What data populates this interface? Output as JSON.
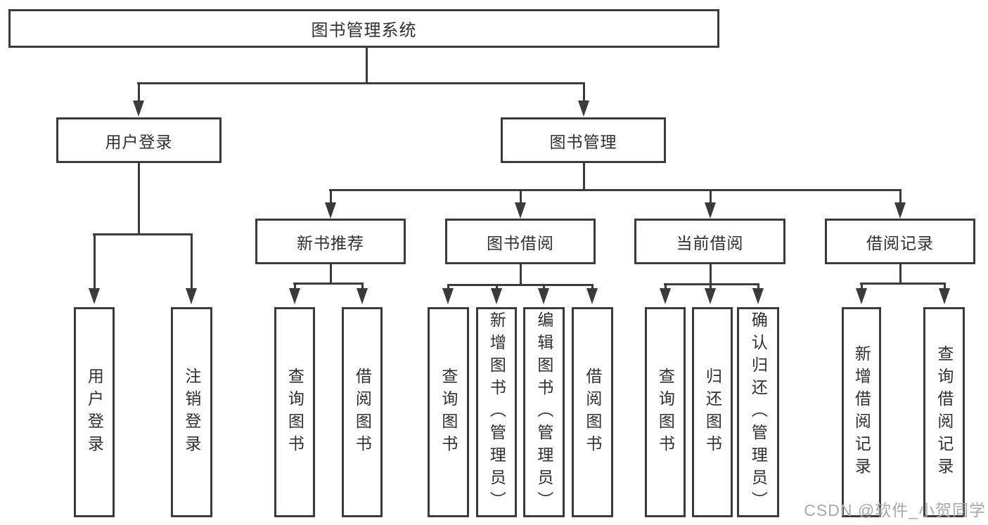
{
  "diagram": {
    "root": {
      "label": "图书管理系统"
    },
    "branches": {
      "user_login": {
        "label": "用户登录"
      },
      "book_mgmt": {
        "label": "图书管理"
      }
    },
    "modules": {
      "new_book_rec": {
        "label": "新书推荐"
      },
      "book_borrow": {
        "label": "图书借阅"
      },
      "current_borrow": {
        "label": "当前借阅"
      },
      "borrow_records": {
        "label": "借阅记录"
      }
    },
    "leaves": {
      "user_login_login": {
        "label": "用户登录"
      },
      "user_login_logout": {
        "label": "注销登录"
      },
      "nbr_query_books": {
        "label": "查询图书"
      },
      "nbr_borrow_books": {
        "label": "借阅图书"
      },
      "bb_query_books": {
        "label": "查询图书"
      },
      "bb_add_books": {
        "label": "新增图书（管理员）"
      },
      "bb_edit_books": {
        "label": "编辑图书（管理员）"
      },
      "bb_borrow_books": {
        "label": "借阅图书"
      },
      "cb_query_books": {
        "label": "查询图书"
      },
      "cb_return_books": {
        "label": "归还图书"
      },
      "cb_confirm_return": {
        "label": "确认归还（管理员）"
      },
      "br_add_record": {
        "label": "新增借阅记录"
      },
      "br_query_record": {
        "label": "查询借阅记录"
      }
    }
  },
  "watermark": {
    "text": "CSDN @软件_小贺同学"
  },
  "colors": {
    "line": "#3b3b3b",
    "border": "#3b3b3b",
    "text": "#2f2f2f",
    "watermark": "#a8a8a8",
    "background": "#ffffff"
  }
}
